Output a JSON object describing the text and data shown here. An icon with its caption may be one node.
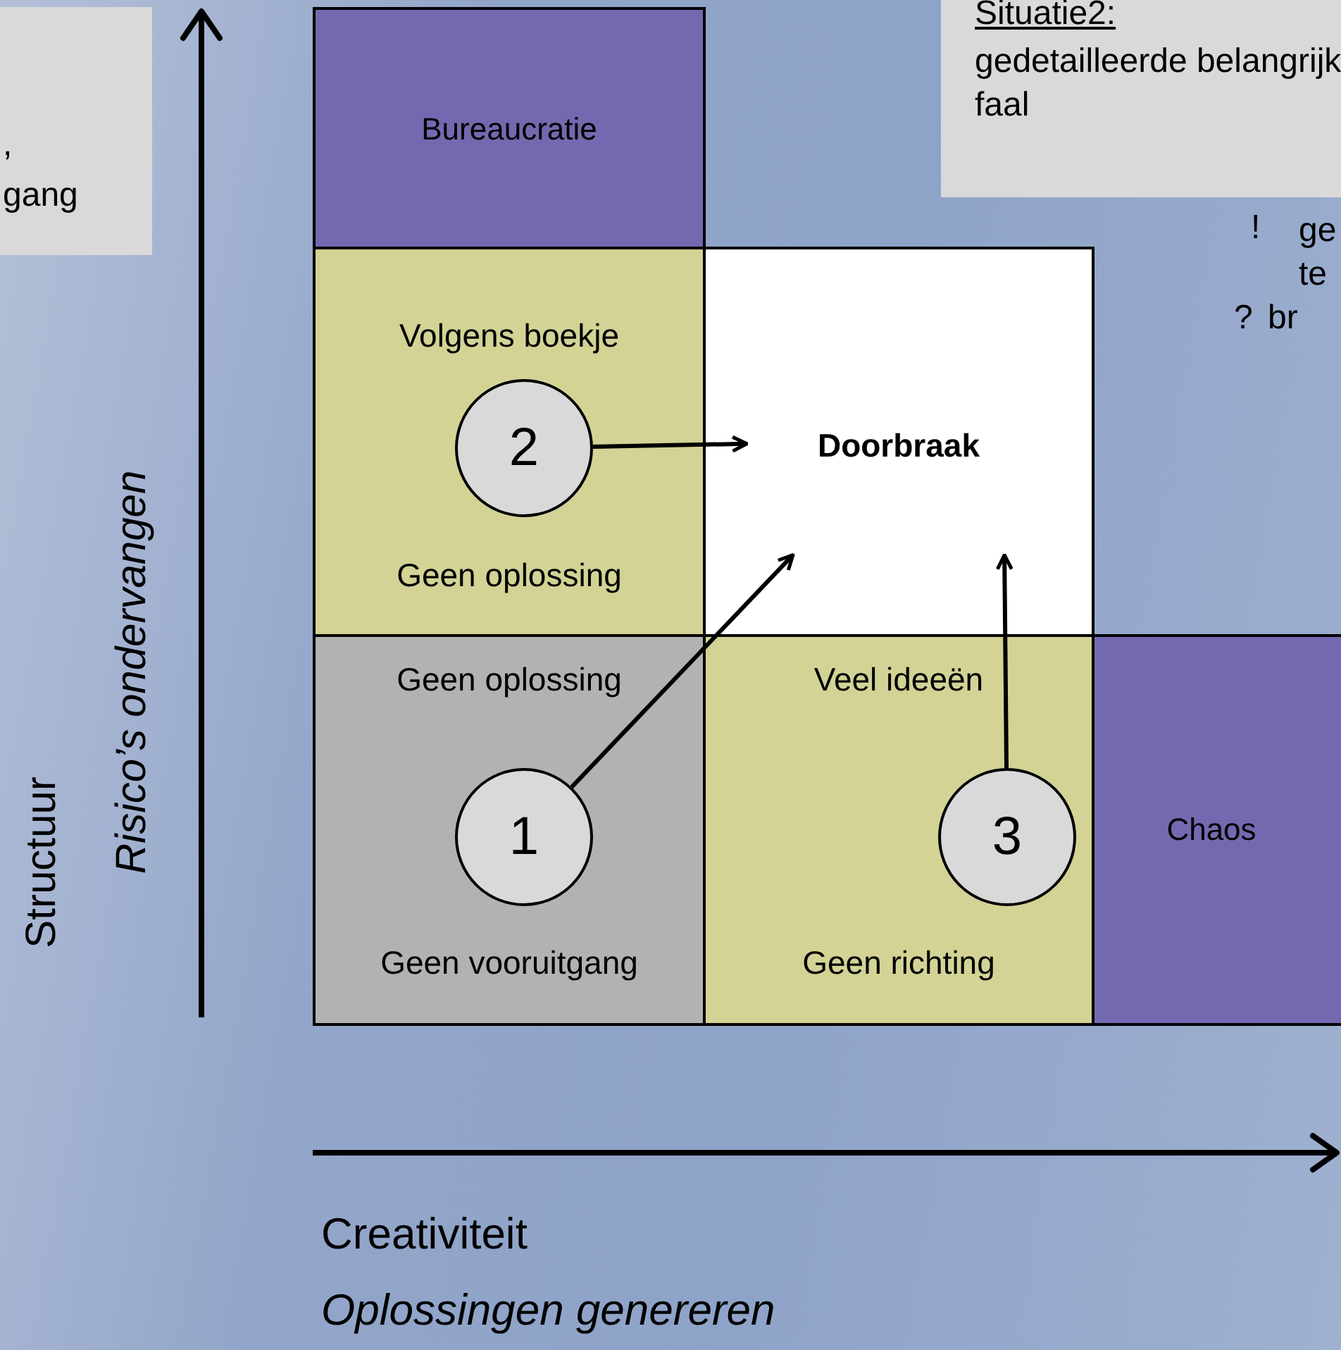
{
  "diagram": {
    "nodes": [
      {
        "text": [
          ", gang"
        ]
      },
      {
        "text": [
          "Situatie2:",
          "gedetailleerde belangrijk faal"
        ],
        "beside": [
          "!",
          "ge te",
          "?",
          "br"
        ]
      },
      {
        "text": [
          "Bureaucratie"
        ]
      },
      {
        "text": [
          "Volgens boekje",
          "Geen oplossing"
        ]
      },
      {
        "text": [
          "Doorbraak"
        ]
      },
      {
        "text": [
          "Geen oplossing",
          "Geen vooruitgang"
        ]
      },
      {
        "text": [
          "Veel ideeën",
          "Geen richting"
        ]
      },
      {
        "text": [
          "Chaos"
        ]
      },
      {
        "text": [
          "2"
        ],
        "in": 3
      },
      {
        "text": [
          "1"
        ],
        "in": 5
      },
      {
        "text": [
          "3"
        ],
        "in": 6
      }
    ],
    "edges": [
      {
        "from": 8,
        "to": 4,
        "arrow": "to"
      },
      {
        "from": 9,
        "to": 4,
        "arrow": "to"
      },
      {
        "from": 10,
        "to": 4,
        "arrow": "to"
      }
    ],
    "labels": [
      "Structuur",
      "Risico’s ondervangen",
      "Creativiteit",
      "Oplossingen genereren"
    ]
  }
}
